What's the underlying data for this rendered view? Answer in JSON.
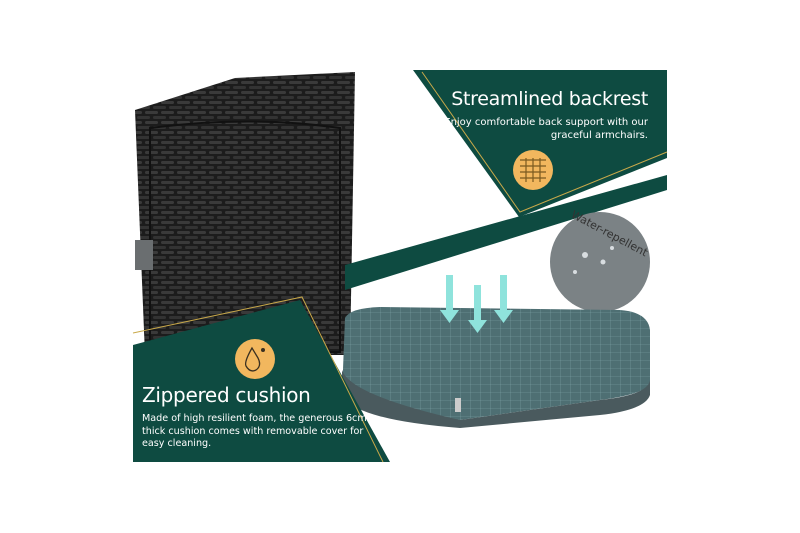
{
  "backrest": {
    "title": "Streamlined backrest",
    "description": "Enjoy comfortable back support with our graceful armchairs.",
    "icon": "wicker-weave-icon"
  },
  "cushion": {
    "title": "Zippered cushion",
    "description": "Made of high resilient foam, the generous 6cm thick cushion comes with removable cover for easy cleaning.",
    "icon": "water-drop-icon"
  },
  "badge": {
    "label": "Water-repellent"
  },
  "colors": {
    "panel": "#0e4b41",
    "accent": "#c9a94a",
    "icon_bg": "#f2b75e"
  }
}
